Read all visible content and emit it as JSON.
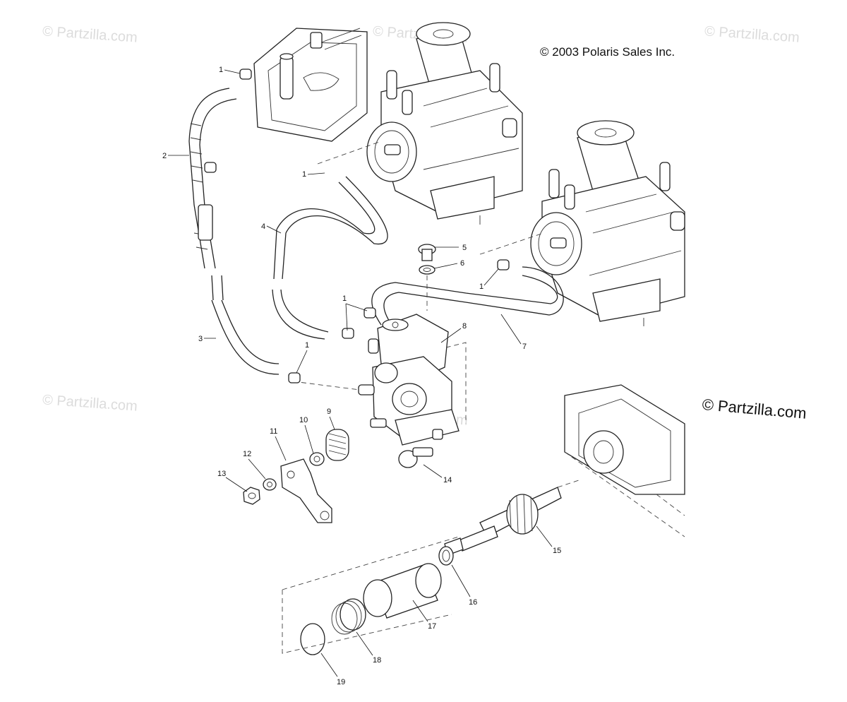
{
  "copyright": "© 2003 Polaris Sales Inc.",
  "watermark": "© Partzilla.com",
  "brand_mark": "© Partzilla.com",
  "callouts": [
    "1",
    "2",
    "3",
    "4",
    "5",
    "6",
    "7",
    "8",
    "9",
    "10",
    "11",
    "12",
    "13",
    "14",
    "15",
    "16",
    "17",
    "18",
    "19"
  ],
  "callout_1": "1"
}
